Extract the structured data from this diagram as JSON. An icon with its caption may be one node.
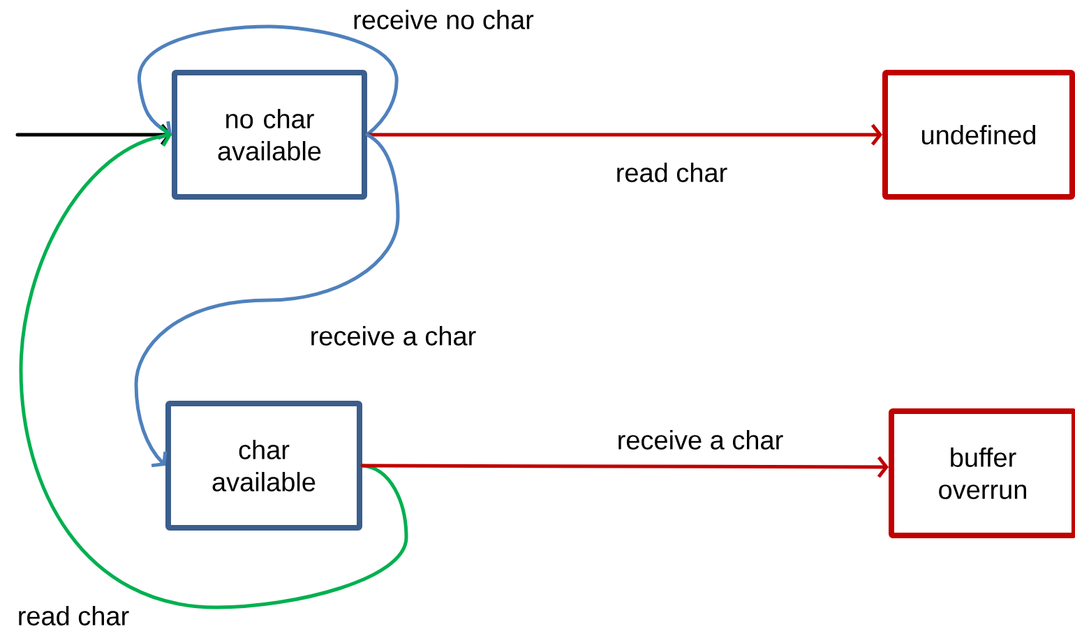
{
  "diagram": {
    "nodes": [
      {
        "text": [
          "no char available"
        ]
      },
      {
        "text": [
          "undefined"
        ]
      },
      {
        "text": [
          "char available"
        ]
      },
      {
        "text": [
          "buffer overrun"
        ]
      }
    ],
    "edges": [
      {
        "from": null,
        "to": 0,
        "arrow": "to",
        "color": "#000000"
      },
      {
        "from": 0,
        "to": 0,
        "arrow": "to",
        "label": "receive no char",
        "color": "#4f81bd"
      },
      {
        "from": 0,
        "to": 1,
        "arrow": "to",
        "label": "read char",
        "color": "#c00000"
      },
      {
        "from": 0,
        "to": 2,
        "arrow": "to",
        "label": "receive a char",
        "color": "#4f81bd"
      },
      {
        "from": 2,
        "to": 0,
        "arrow": "to",
        "label": "read char",
        "color": "#00b050"
      },
      {
        "from": 2,
        "to": 3,
        "arrow": "to",
        "label": "receive a char",
        "color": "#c00000"
      }
    ]
  }
}
